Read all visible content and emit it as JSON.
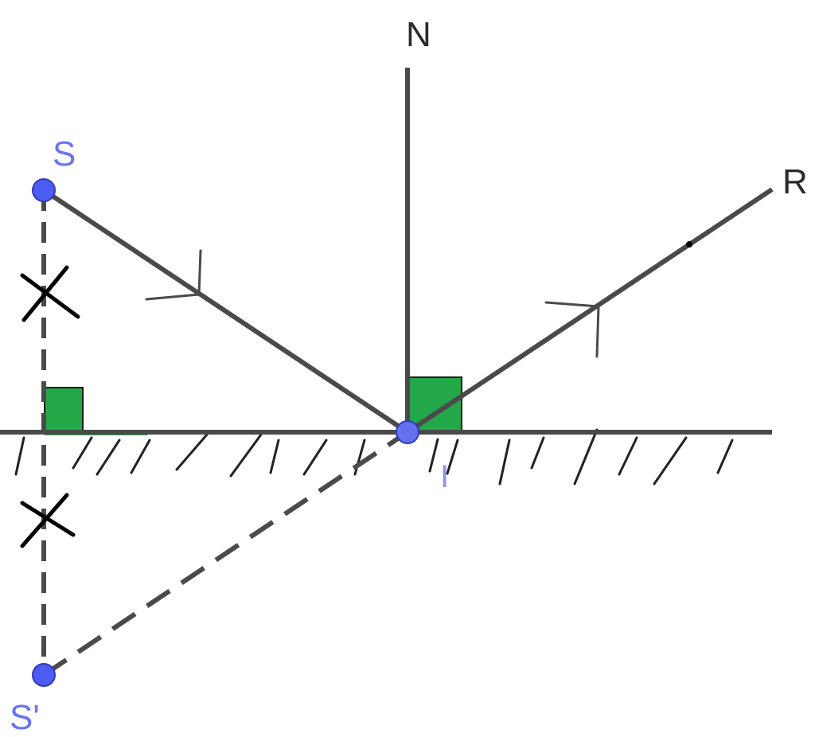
{
  "labels": {
    "source": "S",
    "image": "S'",
    "incidence_point": "I",
    "normal": "N",
    "reflected": "R"
  },
  "colors": {
    "line": "#4a4a4a",
    "point": "#4d5cf0",
    "point_label": "#6b74f2",
    "text": "#2b2b2b",
    "right_angle_fill": "#23a84a",
    "mark": "#000000"
  }
}
